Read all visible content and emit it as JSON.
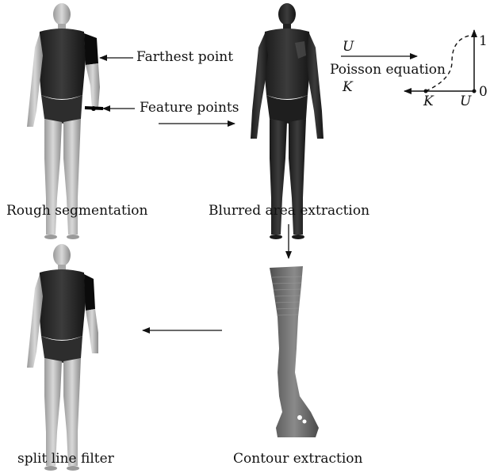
{
  "labels": {
    "rough_segmentation": "Rough segmentation",
    "blurred_area_extraction": "Blurred area extraction",
    "split_line_filter": "split line filter",
    "contour_extraction": "Contour extraction",
    "farthest_point": "Farthest point",
    "feature_points": "Feature points",
    "poisson_equation": "Poisson equation"
  },
  "symbols": {
    "u_top": "U",
    "k_left": "K",
    "axis_one": "1",
    "axis_zero": "0",
    "k_axis": "K",
    "u_axis": "U"
  },
  "colors": {
    "body_light": "#cfcfcf",
    "body_dark": "#2a2a2a",
    "highlight": "#000000",
    "contour_gray": "#6b6b6b"
  }
}
